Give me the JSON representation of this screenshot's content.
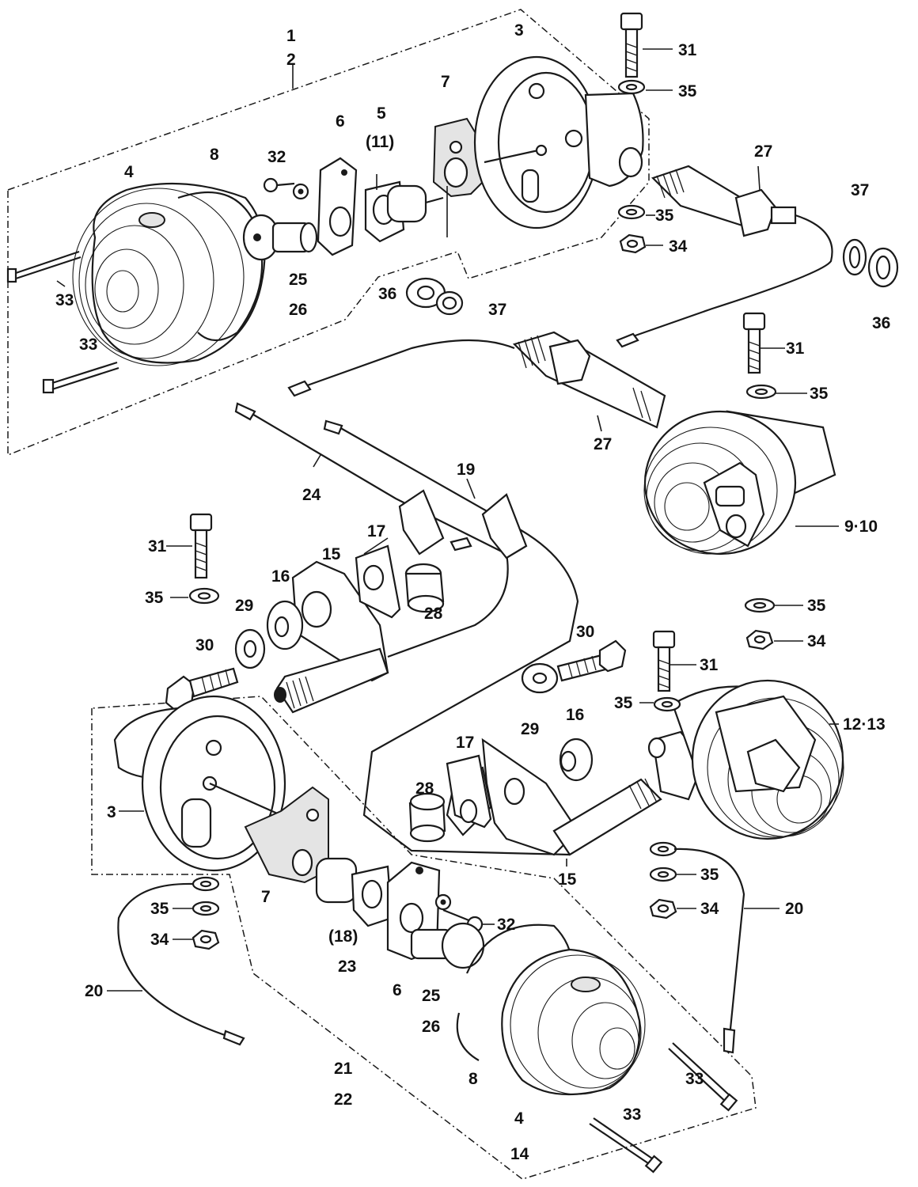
{
  "callouts": {
    "c1": "1",
    "c2": "2",
    "c3a": "3",
    "c3b": "3",
    "c4a": "4",
    "c4b": "4",
    "c5": "5",
    "c11p": "(11)",
    "c6a": "6",
    "c6b": "6",
    "c7a": "7",
    "c7b": "7",
    "c8a": "8",
    "c8b": "8",
    "c9_10": "9·10",
    "c12_13": "12·13",
    "c14": "14",
    "c15a": "15",
    "c15b": "15",
    "c16a": "16",
    "c16b": "16",
    "c17a": "17",
    "c17b": "17",
    "c18p": "(18)",
    "c19": "19",
    "c20a": "20",
    "c20b": "20",
    "c21": "21",
    "c22": "22",
    "c23": "23",
    "c24": "24",
    "c25a": "25",
    "c25b": "25",
    "c26a": "26",
    "c26b": "26",
    "c27a": "27",
    "c27b": "27",
    "c28a": "28",
    "c28b": "28",
    "c29a": "29",
    "c29b": "29",
    "c30a": "30",
    "c30b": "30",
    "c31a": "31",
    "c31b": "31",
    "c31c": "31",
    "c31d": "31",
    "c32a": "32",
    "c32b": "32",
    "c33a": "33",
    "c33b": "33",
    "c33c": "33",
    "c33d": "33",
    "c34a": "34",
    "c34b": "34",
    "c34c": "34",
    "c34d": "34",
    "c35a": "35",
    "c35b": "35",
    "c35c": "35",
    "c35d": "35",
    "c35e": "35",
    "c35f": "35",
    "c35g": "35",
    "c35h": "35",
    "c36a": "36",
    "c36b": "36",
    "c37a": "37",
    "c37b": "37"
  }
}
